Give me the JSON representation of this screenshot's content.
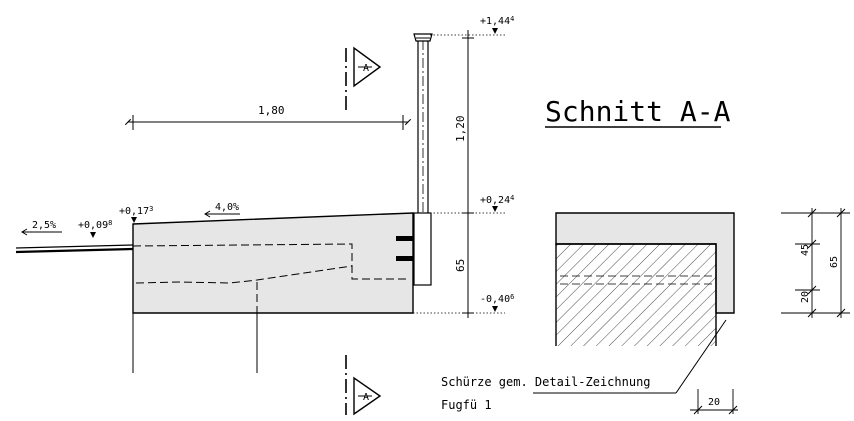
{
  "title": "Schnitt  A-A",
  "section_marker": "A",
  "colors": {
    "concrete": "#e6e6e6",
    "line": "#000000",
    "background": "#ffffff"
  },
  "dimensions": {
    "width_180": "1,80",
    "height_120": "1,20",
    "height_65": "65",
    "detail_45": "45",
    "detail_20v": "20",
    "detail_65": "65",
    "detail_20h": "20"
  },
  "elevations": {
    "top_post": "+1,44",
    "top_post_sup": "4",
    "kerb_top": "+0,24",
    "kerb_top_sup": "4",
    "bottom": "-0,40",
    "bottom_sup": "6",
    "edge": "+0,17",
    "edge_sup": "3",
    "road": "+0,09",
    "road_sup": "8"
  },
  "slopes": {
    "road": "2,5%",
    "kerb": "4,0%"
  },
  "notes": {
    "line1": "Schürze  gem.  Detail-Zeichnung",
    "line2": "Fugfü  1"
  }
}
